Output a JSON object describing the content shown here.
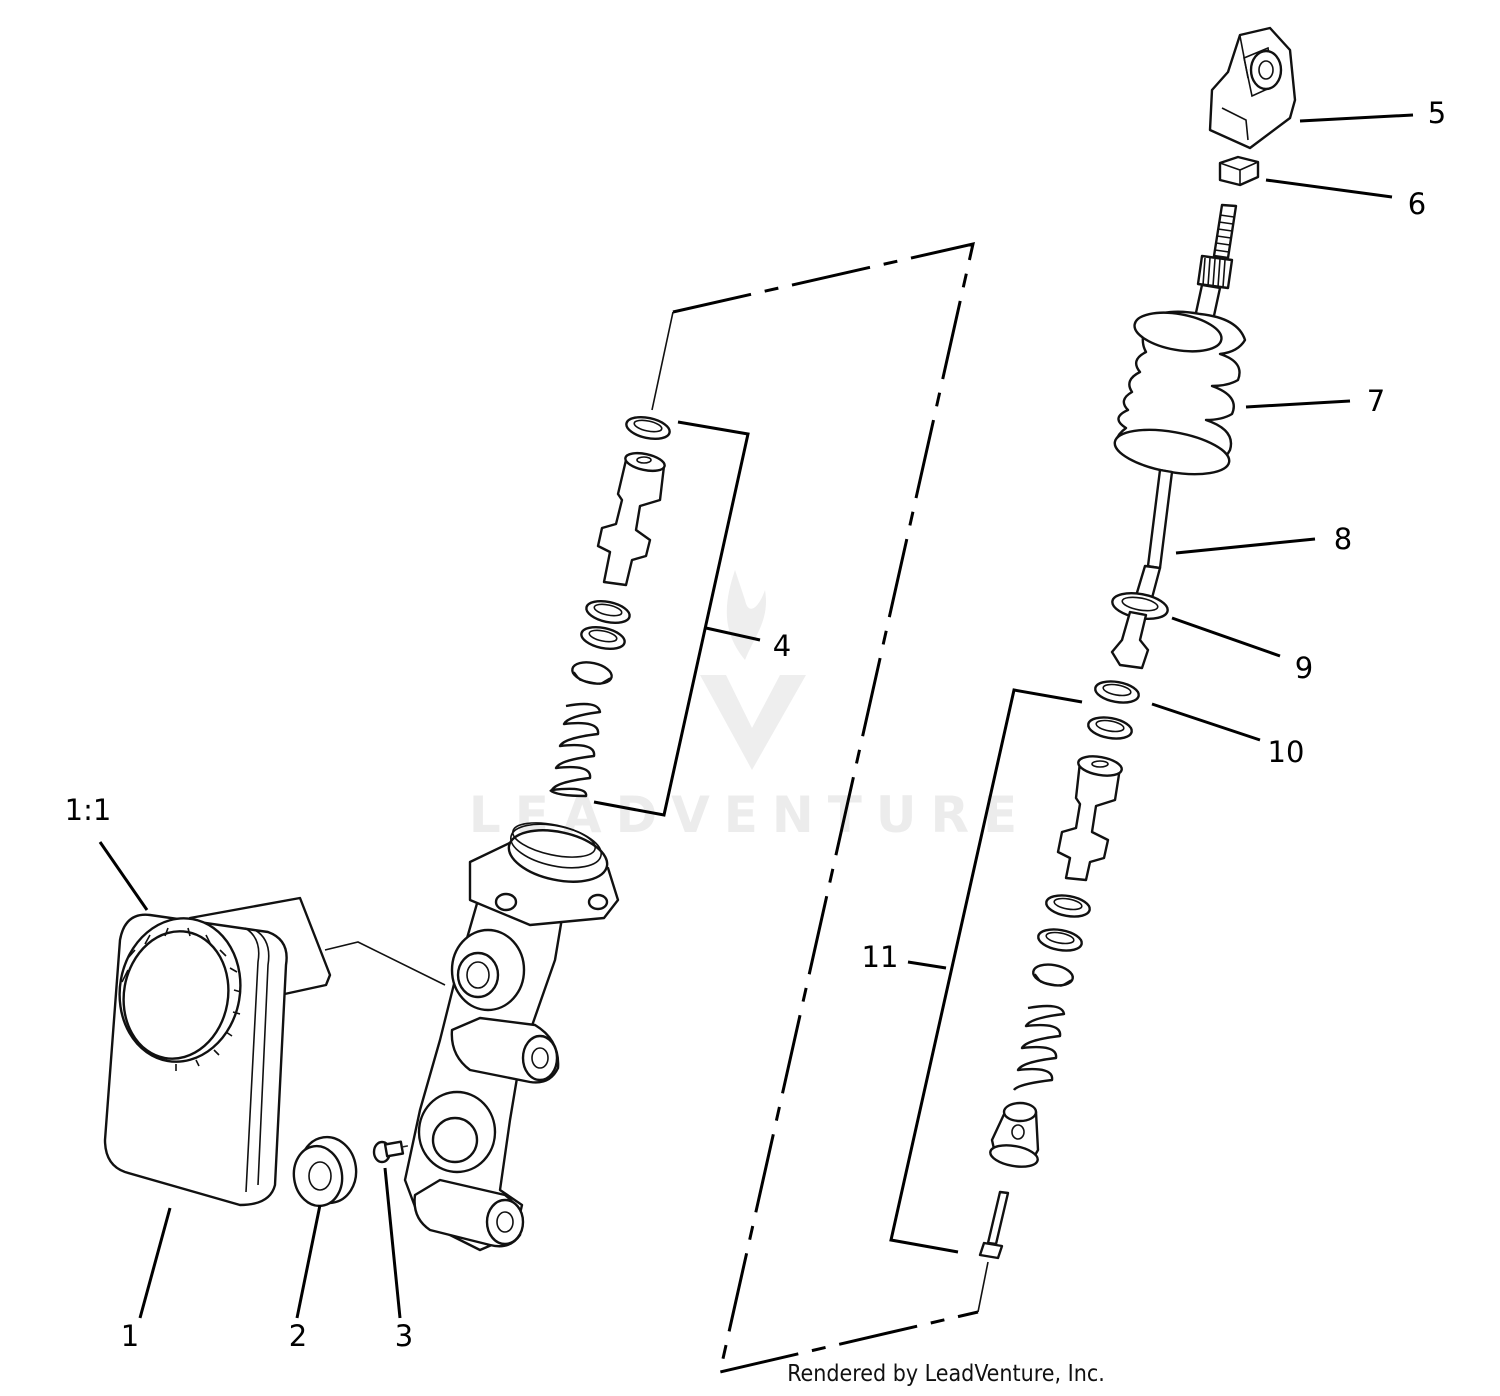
{
  "diagram": {
    "callouts": [
      "1:1",
      "1",
      "2",
      "3",
      "4",
      "5",
      "6",
      "7",
      "8",
      "9",
      "10",
      "11"
    ],
    "watermark": "LEADVENTURE",
    "credit": "Rendered by LeadVenture, Inc."
  }
}
